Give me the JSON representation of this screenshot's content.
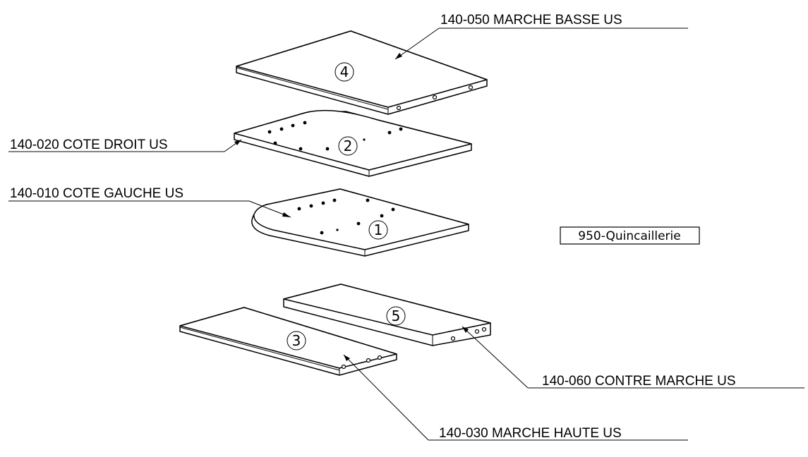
{
  "labels": {
    "p4": "140-050 MARCHE BASSE US",
    "p2": "140-020 COTE DROIT US",
    "p1": "140-010 COTE GAUCHE US",
    "p5": "140-060 CONTRE MARCHE US",
    "p3": "140-030 MARCHE HAUTE US"
  },
  "balloons": {
    "b1": "1",
    "b2": "2",
    "b3": "3",
    "b4": "4",
    "b5": "5"
  },
  "hardware_box": "950-Quincaillerie"
}
